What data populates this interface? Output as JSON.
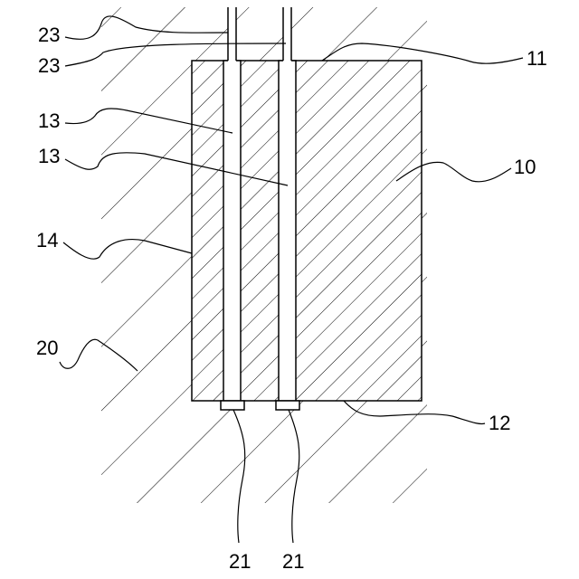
{
  "labels": {
    "l23a": "23",
    "l23b": "23",
    "l11": "11",
    "l13a": "13",
    "l13b": "13",
    "l10": "10",
    "l14": "14",
    "l20": "20",
    "l12": "12",
    "l21a": "21",
    "l21b": "21"
  },
  "colors": {
    "line": "#000000",
    "background": "#ffffff"
  }
}
